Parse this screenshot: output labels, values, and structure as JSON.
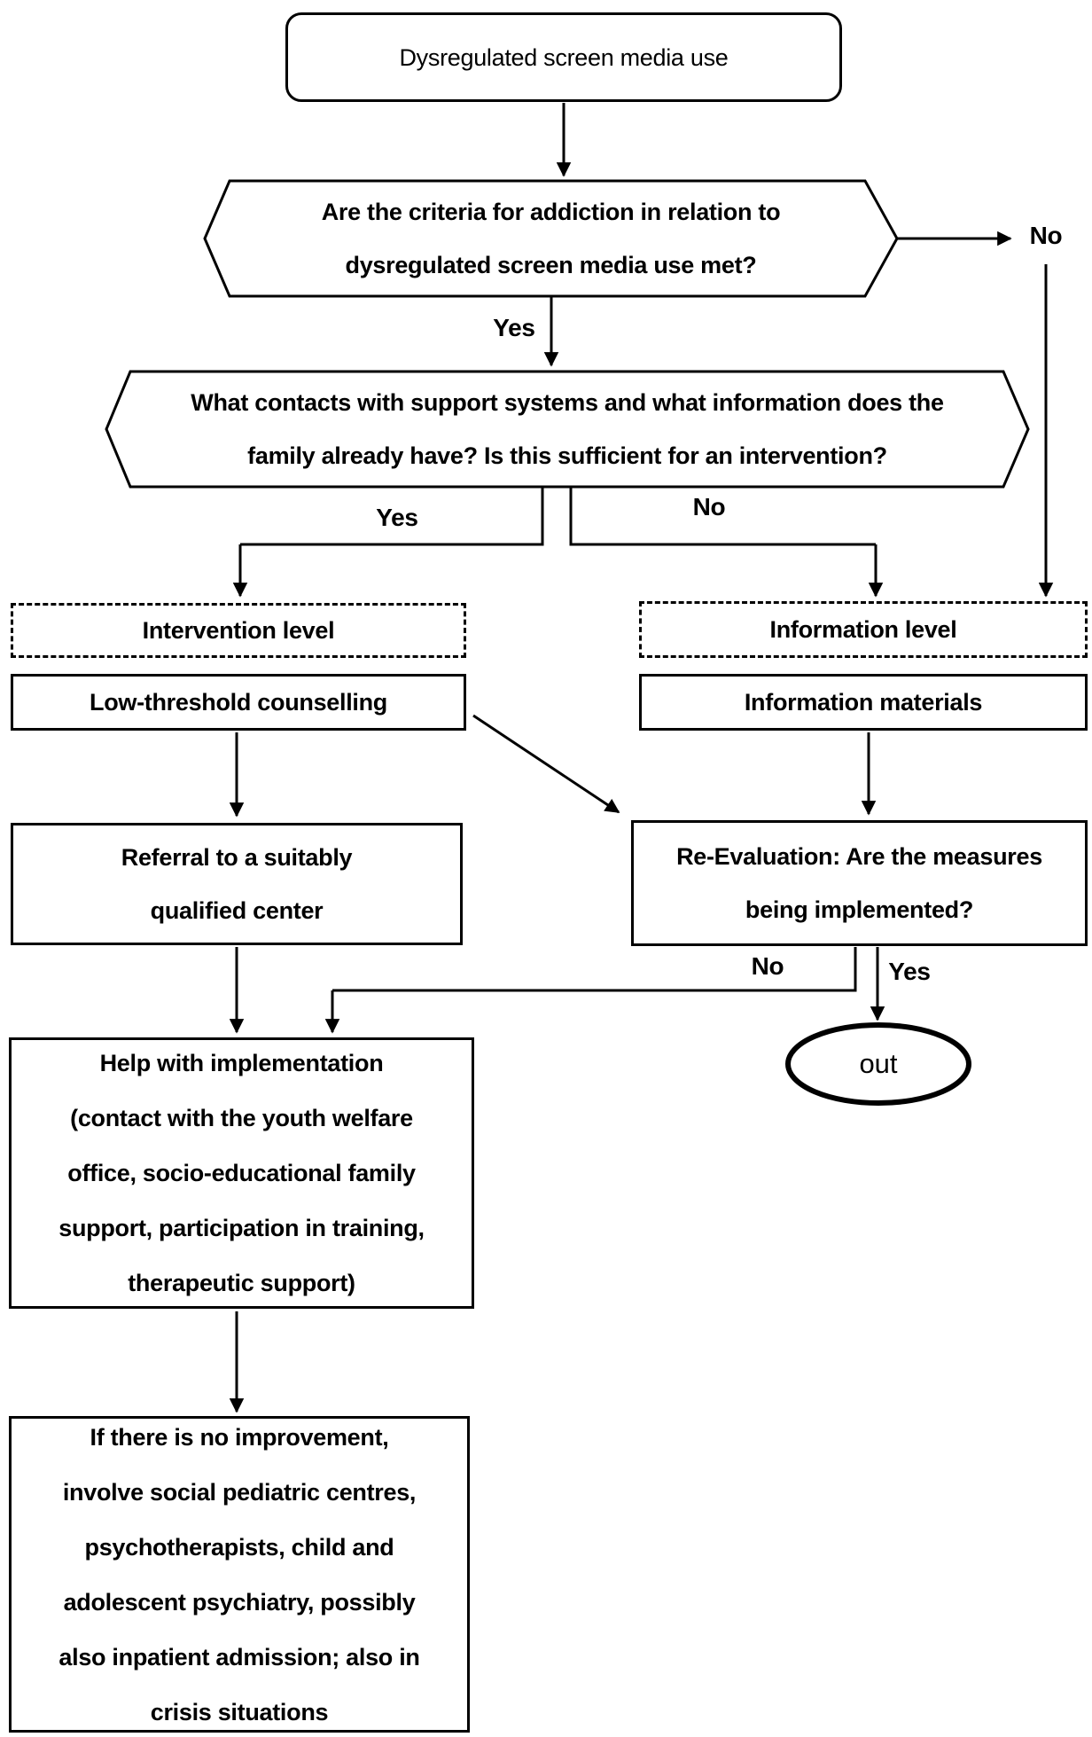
{
  "diagram": {
    "type": "flowchart",
    "colors": {
      "stroke": "#000000",
      "background": "#ffffff",
      "text": "#000000"
    },
    "nodes": {
      "start": {
        "shape": "rounded-rectangle",
        "label": "Dysregulated screen media use"
      },
      "decision1": {
        "shape": "hexagon",
        "lines": [
          "Are the criteria for addiction in relation to",
          "dysregulated screen media use met?"
        ]
      },
      "decision2": {
        "shape": "hexagon",
        "lines": [
          "What contacts with support systems and what information does the",
          "family already have? Is this sufficient for an intervention?"
        ]
      },
      "intervention_level": {
        "shape": "dashed-rectangle",
        "label": "Intervention level"
      },
      "information_level": {
        "shape": "dashed-rectangle",
        "label": "Information level"
      },
      "low_threshold": {
        "shape": "rectangle",
        "label": "Low-threshold counselling"
      },
      "information_materials": {
        "shape": "rectangle",
        "label": "Information materials"
      },
      "referral": {
        "shape": "rectangle",
        "lines": [
          "Referral to a suitably",
          "qualified center"
        ]
      },
      "reevaluation": {
        "shape": "rectangle",
        "lines": [
          "Re-Evaluation: Are the measures",
          "being implemented?"
        ]
      },
      "out": {
        "shape": "ellipse",
        "label": "out"
      },
      "help": {
        "shape": "rectangle",
        "lines": [
          "Help with implementation",
          "(contact with the youth welfare",
          "office, socio-educational family",
          "support, participation in training,",
          "therapeutic support)"
        ]
      },
      "no_improvement": {
        "shape": "rectangle",
        "lines": [
          "If there is no improvement,",
          "involve social pediatric centres,",
          "psychotherapists, child and",
          "adolescent psychiatry, possibly",
          "also inpatient admission; also in",
          "crisis situations"
        ]
      }
    },
    "edge_labels": {
      "decision1_no": "No",
      "decision1_yes": "Yes",
      "decision2_yes": "Yes",
      "decision2_no": "No",
      "reevaluation_no": "No",
      "reevaluation_yes": "Yes"
    }
  }
}
